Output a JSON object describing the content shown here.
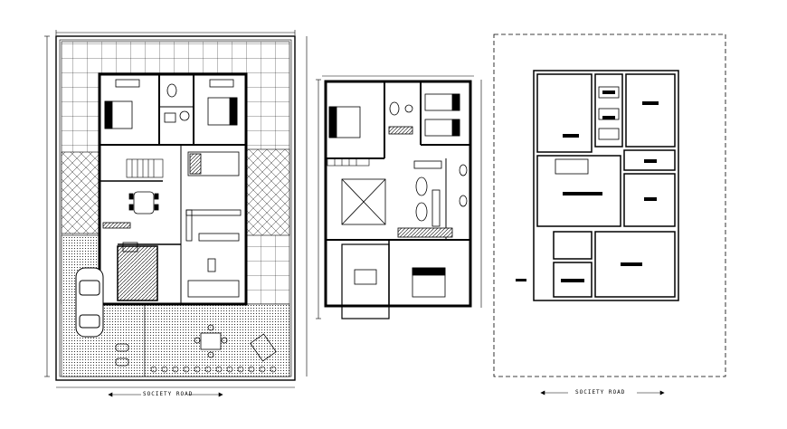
{
  "plans": [
    {
      "id": "ground-floor",
      "road_label": "SOCIETY ROAD"
    },
    {
      "id": "first-floor"
    },
    {
      "id": "site-layout",
      "road_label": "SOCIETY ROAD"
    }
  ],
  "colors": {
    "line": "#000000",
    "background": "#ffffff"
  }
}
